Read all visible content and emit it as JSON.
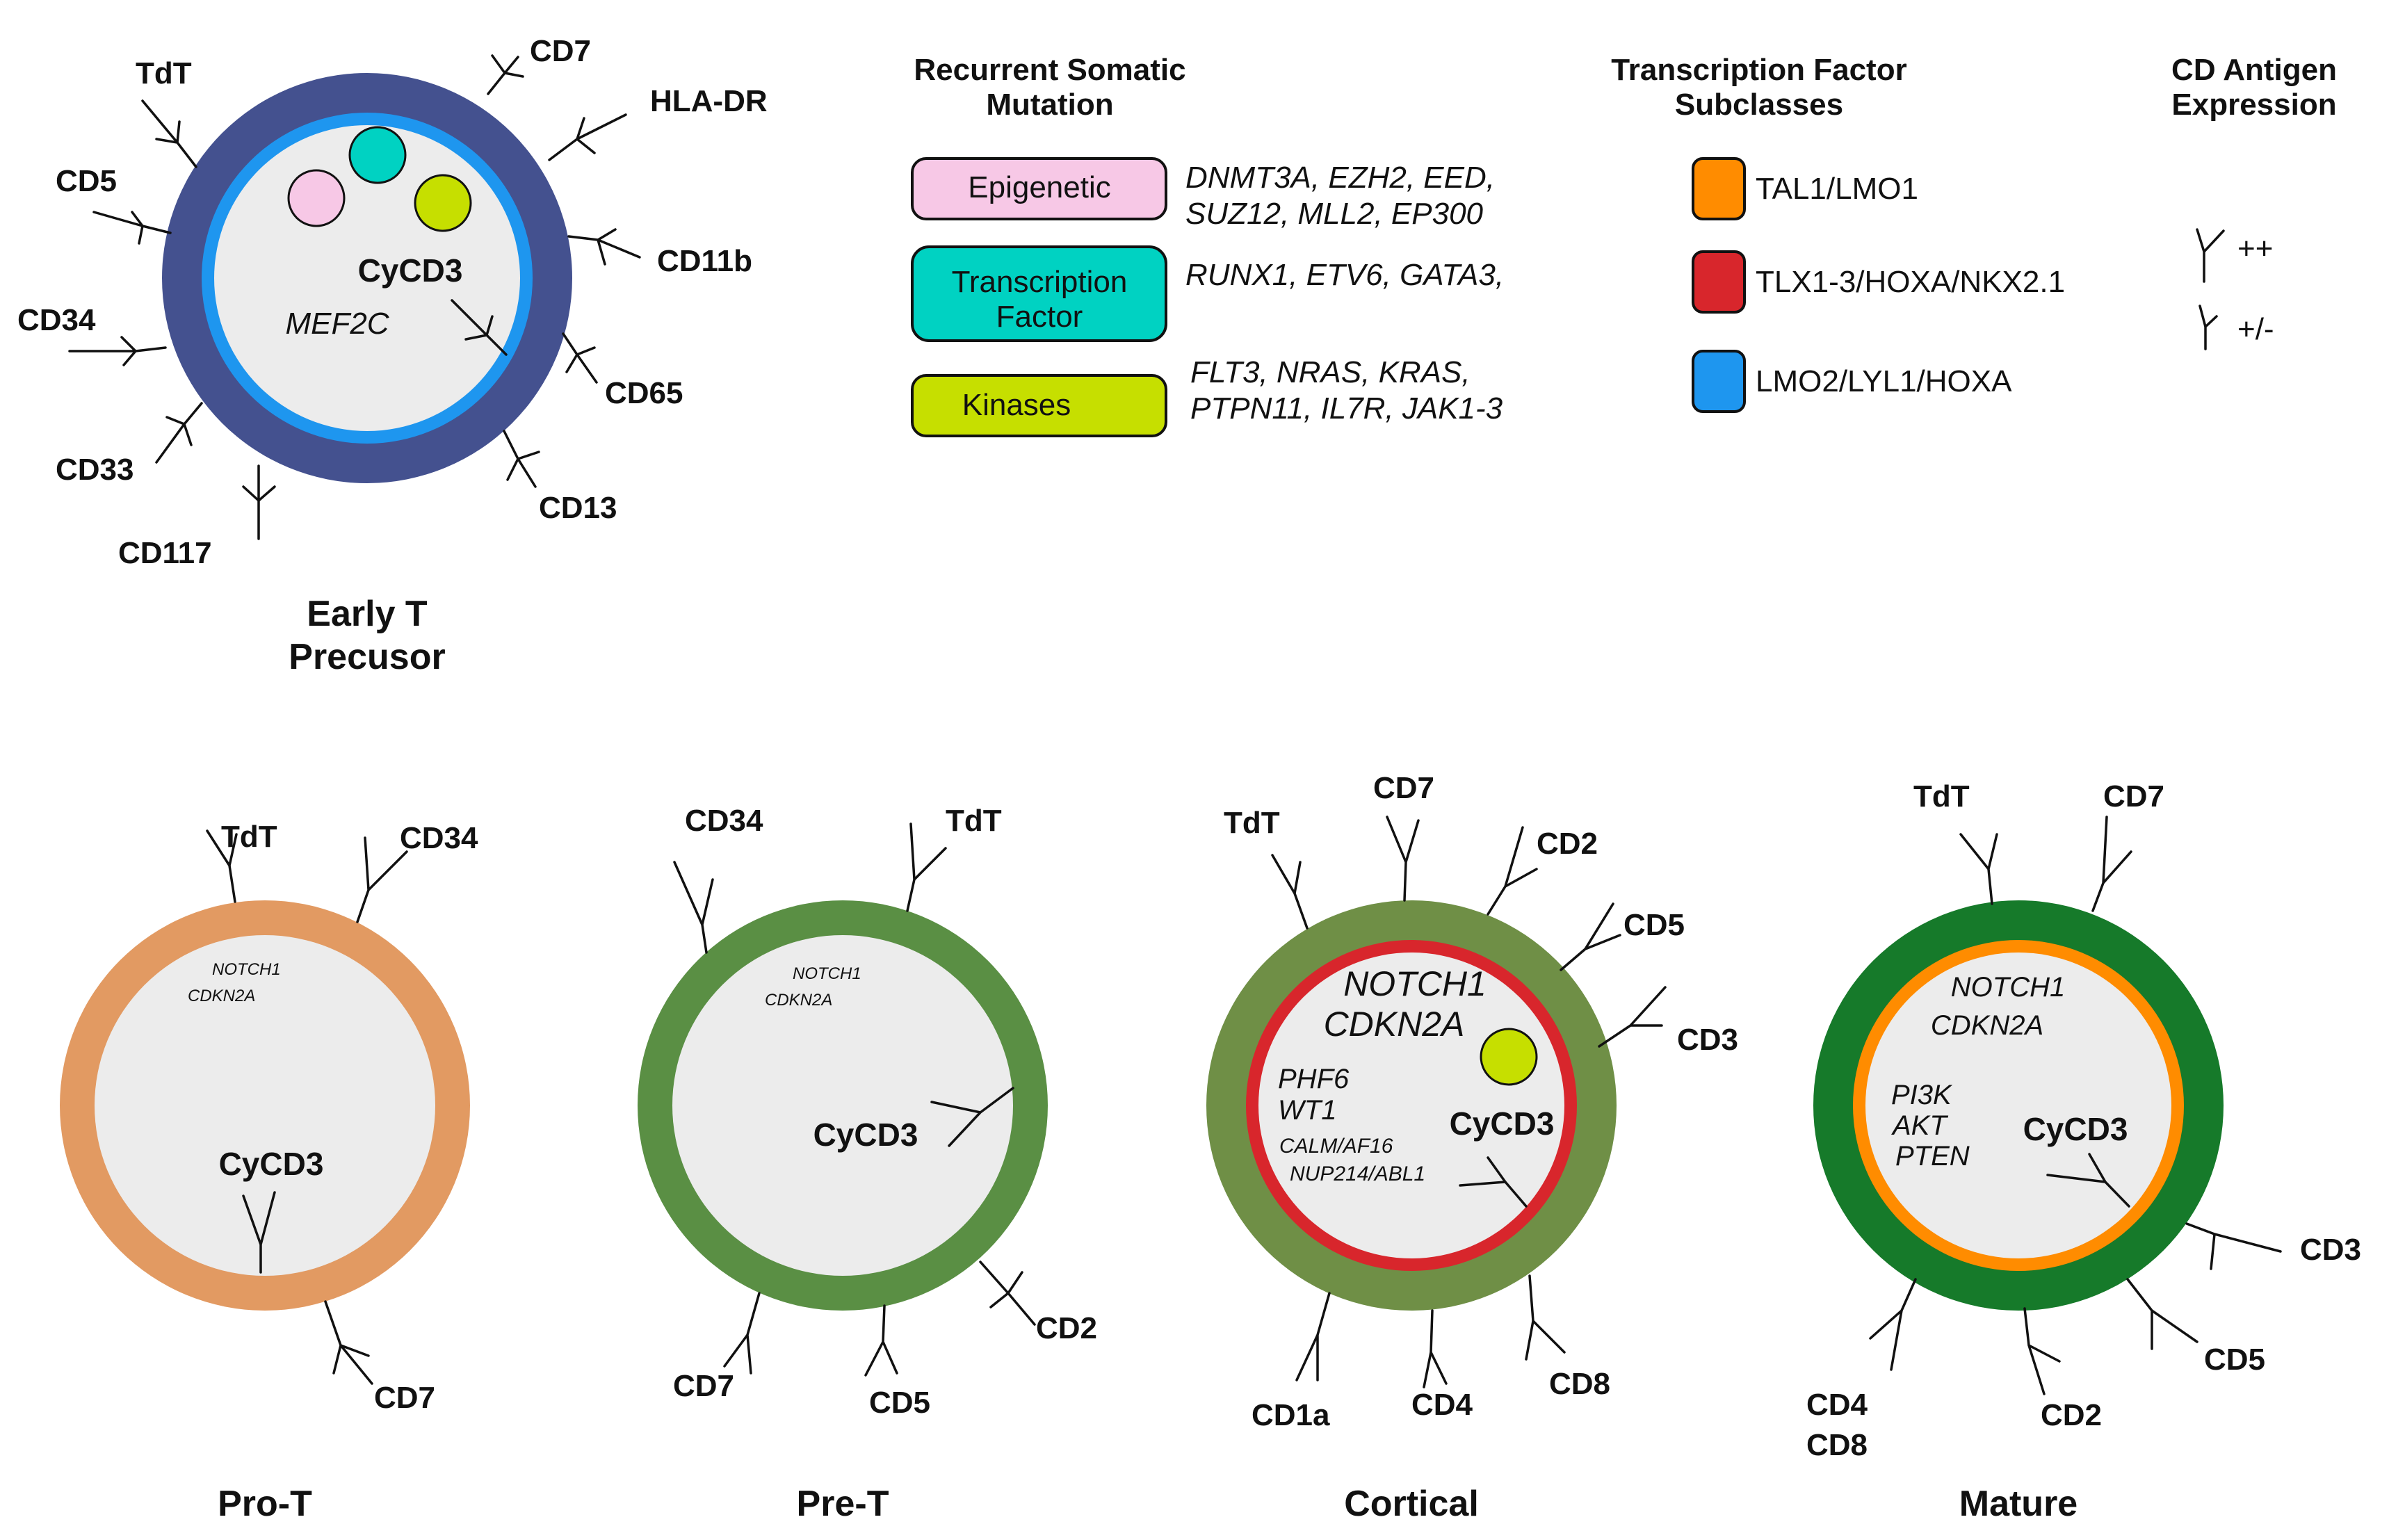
{
  "cells": {
    "etp": {
      "caption_1": "Early T",
      "caption_2": "Precusor",
      "cytoplasm_label": "CyCD3",
      "genes": [
        "MEF2C"
      ],
      "outer_color": "#44518f",
      "inner_color": "#1e96ef",
      "antigens": [
        "CD7",
        "HLA-DR",
        "CD11b",
        "CD65",
        "CD13",
        "CD117",
        "CD33",
        "CD34",
        "CD5",
        "TdT"
      ]
    },
    "prot": {
      "caption": "Pro-T",
      "cytoplasm_label": "CyCD3",
      "genes": [
        "NOTCH1",
        "CDKN2A"
      ],
      "outer_color": "#e29a62",
      "antigens": [
        "TdT",
        "CD34",
        "CD7"
      ]
    },
    "pret": {
      "caption": "Pre-T",
      "cytoplasm_label": "CyCD3",
      "genes": [
        "NOTCH1",
        "CDKN2A"
      ],
      "outer_color": "#5a8f44",
      "antigens": [
        "CD34",
        "TdT",
        "CD2",
        "CD5",
        "CD7"
      ]
    },
    "cortical": {
      "caption": "Cortical",
      "cytoplasm_label": "CyCD3",
      "genes": [
        "NOTCH1",
        "CDKN2A",
        "PHF6",
        "WT1",
        "CALM/AF16",
        "NUP214/ABL1"
      ],
      "outer_color": "#6f8f46",
      "inner_color": "#d8262c",
      "antigens": [
        "TdT",
        "CD7",
        "CD2",
        "CD5",
        "CD3",
        "CD8",
        "CD4",
        "CD1a"
      ]
    },
    "mature": {
      "caption": "Mature",
      "cytoplasm_label": "CyCD3",
      "genes": [
        "NOTCH1",
        "CDKN2A",
        "PI3K",
        "AKT",
        "PTEN"
      ],
      "outer_color": "#167a2a",
      "inner_color": "#ff8c00",
      "antigens": [
        "TdT",
        "CD7",
        "CD3",
        "CD5",
        "CD2",
        "CD4",
        "CD8"
      ]
    }
  },
  "legend_mutation": {
    "title_1": "Recurrent Somatic",
    "title_2": "Mutation",
    "items": [
      {
        "label": "Epigenetic",
        "color": "#f7c8e6",
        "genes_1": "DNMT3A, EZH2, EED,",
        "genes_2": "SUZ12, MLL2, EP300"
      },
      {
        "label_1": "Transcription",
        "label_2": "Factor",
        "color": "#00d2c2",
        "genes_1": "RUNX1, ETV6, GATA3,",
        "genes_2": ""
      },
      {
        "label": "Kinases",
        "color": "#c6df00",
        "genes_1": "FLT3, NRAS, KRAS,",
        "genes_2": "PTPN11, IL7R, JAK1-3"
      }
    ]
  },
  "legend_tf": {
    "title_1": "Transcription Factor",
    "title_2": "Subclasses",
    "items": [
      {
        "label": "TAL1/LMO1",
        "color": "#ff8c00"
      },
      {
        "label": "TLX1-3/HOXA/NKX2.1",
        "color": "#d8262c"
      },
      {
        "label": "LMO2/LYL1/HOXA",
        "color": "#1e96ef"
      }
    ]
  },
  "legend_cd": {
    "title_1": "CD Antigen",
    "title_2": "Expression",
    "items": [
      {
        "label": "++"
      },
      {
        "label": "+/-"
      }
    ]
  },
  "colors": {
    "cytoplasm": "#ececec",
    "epigenetic": "#f7c8e6",
    "transcription_factor": "#00d2c2",
    "kinase": "#c6df00"
  }
}
